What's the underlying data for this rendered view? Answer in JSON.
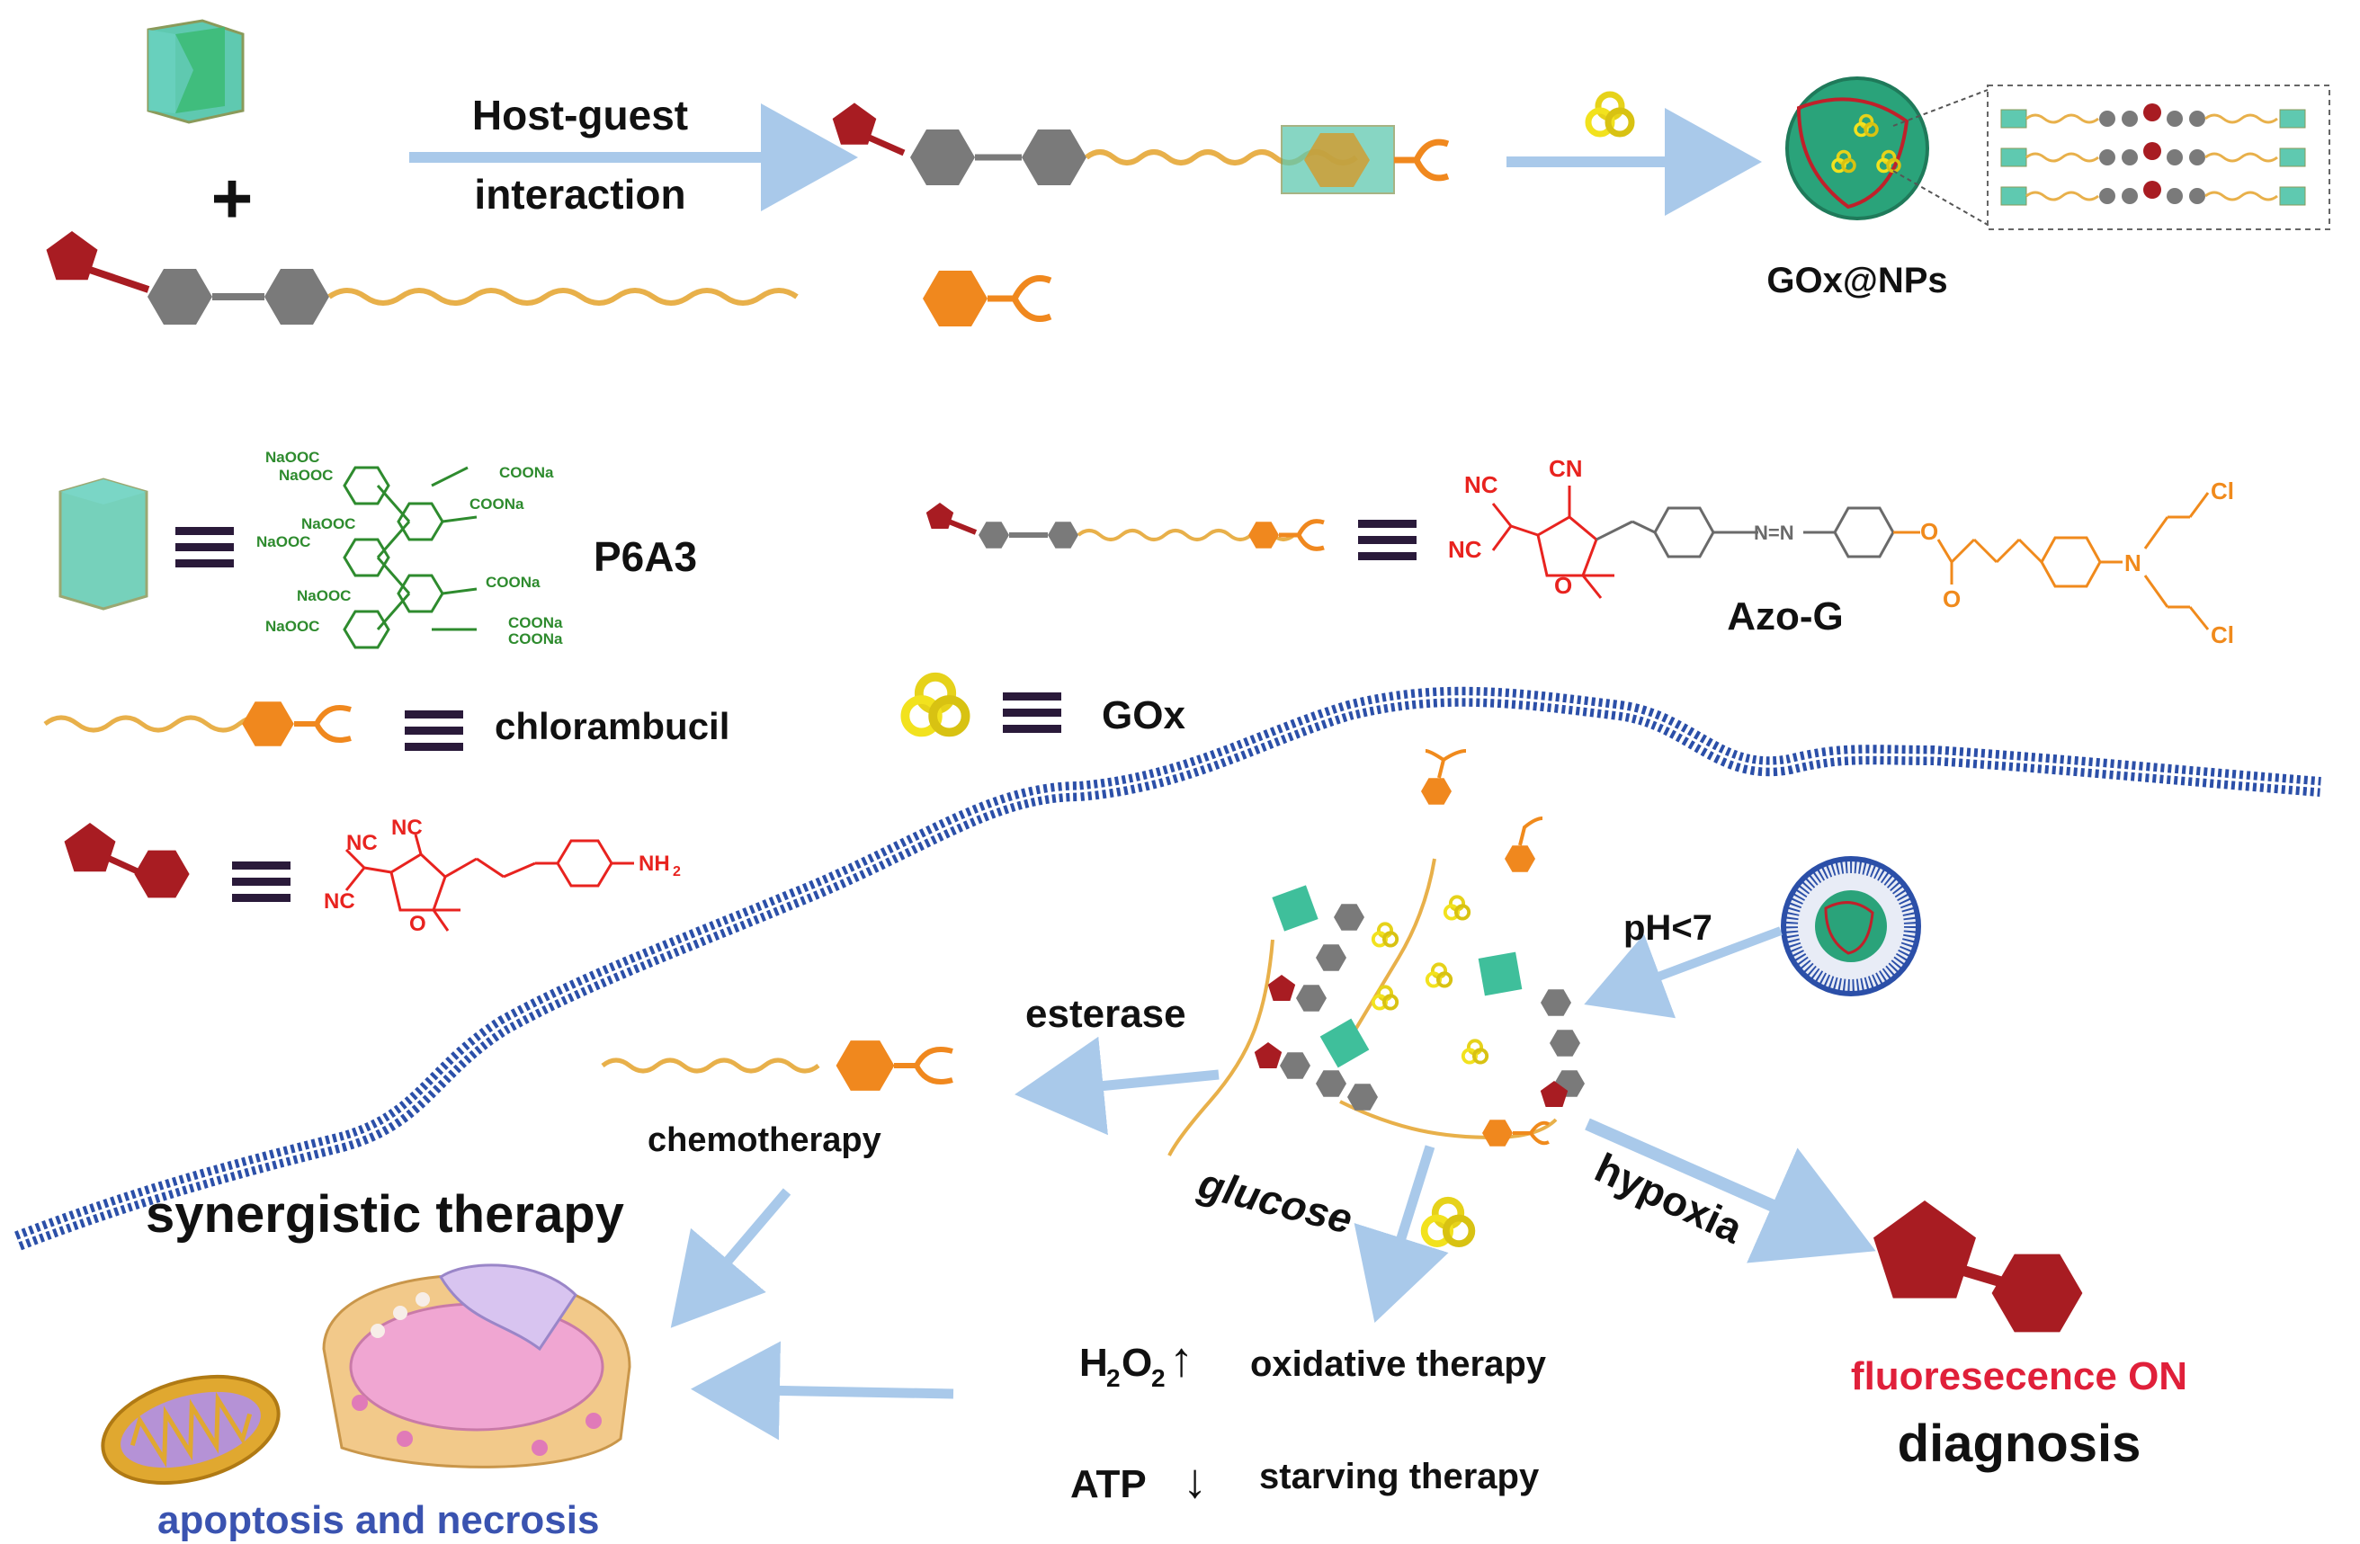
{
  "labels": {
    "host_guest_line1": "Host-guest",
    "host_guest_line2": "interaction",
    "plus": "+",
    "gox_nps": "GOx@NPs",
    "p6a3": "P6A3",
    "azo_g": "Azo-G",
    "chlorambucil": "chlorambucil",
    "gox": "GOx",
    "ph": "pH<7",
    "esterase": "esterase",
    "chemotherapy": "chemotherapy",
    "glucose": "glucose",
    "hypoxia": "hypoxia",
    "synergistic": "synergistic therapy",
    "h2o2_h": "H",
    "h2o2_2a": "2",
    "h2o2_o": "O",
    "h2o2_2b": "2",
    "oxidative": "oxidative therapy",
    "atp": "ATP",
    "starving": "starving therapy",
    "fluorescence_on": "fluoresecence ON",
    "diagnosis": "diagnosis",
    "apoptosis": "apoptosis and necrosis",
    "up_arrow": "↑",
    "down_arrow": "↓"
  },
  "chem_text": {
    "p6a3_groups": [
      "NaOOC",
      "NaOOC",
      "COONa",
      "COONa",
      "NaOOC",
      "NaOOC",
      "COONa",
      "NaOOC",
      "NaOOC",
      "COONa",
      "COONa"
    ],
    "azo_nc1": "NC",
    "azo_nc2": "NC",
    "azo_cn": "CN",
    "azo_n": "N",
    "azo_cl1": "Cl",
    "azo_cl2": "Cl",
    "azo_o": "O",
    "azo_o2": "O",
    "azo_o3": "O",
    "azo_nn": "N=N",
    "fl_nc1": "NC",
    "fl_nc2": "NC",
    "fl_nc3": "NC",
    "fl_nh2": "NH",
    "fl_nh2_sub": "2",
    "fl_o": "O"
  },
  "colors": {
    "pentagon": "#a81c22",
    "hexagon_gray": "#7a7a7a",
    "chain": "#e8b04a",
    "chlorambucil_hex": "#f0881e",
    "arrow": "#a9c9ea",
    "membrane": "#2b4fa8",
    "host": "#3fbf9b",
    "gox": "#f2e21e",
    "fluo_text": "#e0203a",
    "apoptosis_text": "#3a53b0",
    "chem_red": "#e8231f",
    "chem_green": "#2e8b2e",
    "chem_orange": "#f08a1c"
  },
  "icons": [
    "pentagon-icon",
    "hexagon-icon",
    "host-prism-icon",
    "gox-trefoil-icon",
    "nanoparticle-icon",
    "micelle-icon",
    "cell-nucleus-icon",
    "mitochondrion-icon",
    "membrane-icon"
  ]
}
